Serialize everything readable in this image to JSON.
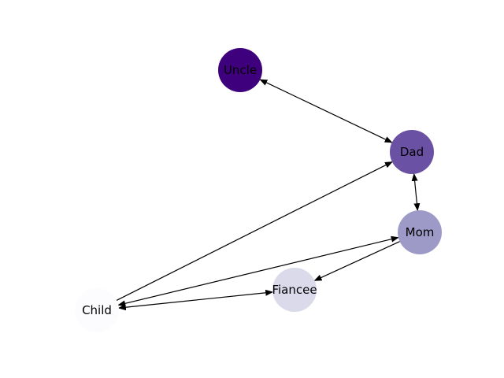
{
  "graph": {
    "directed": true,
    "nodes": [
      {
        "id": "uncle",
        "label": "Uncle",
        "color": "#3f007d"
      },
      {
        "id": "dad",
        "label": "Dad",
        "color": "#6a51a3"
      },
      {
        "id": "mom",
        "label": "Mom",
        "color": "#9e9ac8"
      },
      {
        "id": "fiancee",
        "label": "Fiancee",
        "color": "#dadaeb"
      },
      {
        "id": "child",
        "label": "Child",
        "color": "#fcfbfd"
      }
    ],
    "edges": [
      {
        "from": "uncle",
        "to": "dad",
        "bidirectional": true
      },
      {
        "from": "dad",
        "to": "mom",
        "bidirectional": true
      },
      {
        "from": "child",
        "to": "dad",
        "bidirectional": false
      },
      {
        "from": "child",
        "to": "mom",
        "bidirectional": true
      },
      {
        "from": "mom",
        "to": "fiancee",
        "bidirectional": false
      },
      {
        "from": "child",
        "to": "fiancee",
        "bidirectional": true
      }
    ],
    "edge_color": "#000000"
  }
}
